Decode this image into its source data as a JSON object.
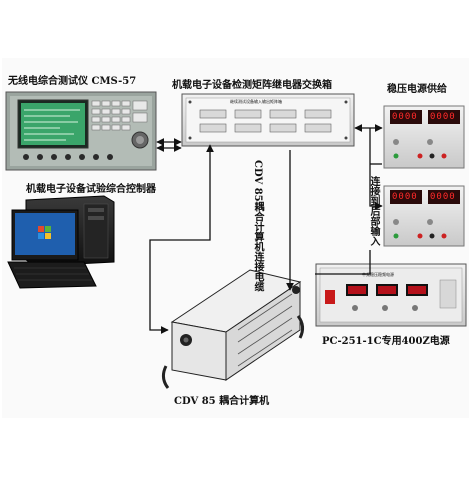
{
  "labels": {
    "tester": "无线电综合测试仪 CMS-57",
    "matrix": "机载电子设备检测矩阵继电器交换箱",
    "matrix_panel": "继续测试设备输入输出矩阵箱",
    "controller": "机载电子设备试验综合控制器",
    "power_supply": "稳压电源供给",
    "cable_right": "连接到后部输入",
    "cable_center": "CDV 85耦合计算机连接电缆",
    "computer": "CDV 85 耦合计算机",
    "source_400hz": "PC-251-1C专用400Z电源",
    "source_400hz_panel": "中频稳压稳频电源"
  },
  "displays": {
    "psu_upper": [
      "0000",
      "0000"
    ],
    "psu_lower": [
      "0000",
      "0000"
    ]
  },
  "colors": {
    "tester_body": "#a7b0aa",
    "screen_green": "#3aa56a",
    "psu_display": "#d0101a",
    "vfd_red": "#b4101a",
    "windows_blue": "#1f5fae"
  },
  "icons": [
    "windows-logo-icon"
  ]
}
